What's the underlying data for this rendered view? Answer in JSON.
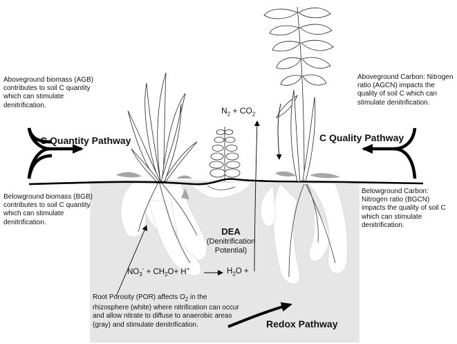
{
  "top_left_note": "Aboveground biomass (AGB) contributes to soil C quantity which can stimulate denitrification.",
  "top_right_note": "Aboveground Carbon: Nitrogen ratio (AGCN) impacts the quality of soil C which can stimulate denitrification.",
  "bottom_left_note": "Belowground biomass (BGB) contributes to soil C quantity which can stimulate denitrification.",
  "bottom_right_note": "Belowground Carbon: Nitrogen ratio (BGCN) impacts the quality of soil C which can stimulate denitrification.",
  "c_quantity_label": "C Quantity Pathway",
  "c_quality_label": "C Quality Pathway",
  "redox_label": "Redox Pathway",
  "gas_products": {
    "n2": "N",
    "n2_sub": "2",
    "plus": " + CO",
    "co2_sub": "2"
  },
  "dea": {
    "title": "DEA",
    "line1": "(Denitrification",
    "line2": "Potential)"
  },
  "equation": {
    "no3": "NO",
    "no3_sub": "3",
    "no3_sup": "-",
    "ch2o": " + CH",
    "ch2o_sub": "2",
    "ch2o_rest": "O+ H",
    "h_sup": "+",
    "arrow": "→",
    "h2o": "H",
    "h2o_sub": "2",
    "h2o_rest": "O +"
  },
  "root_porosity": {
    "part1": "Root Porosity (POR) affects O",
    "o2_sub": "2",
    "part2": " in the rhizosphere (white) where nitrification can occur and allow nitrate to diffuse to anaerobic areas (gray) and stimulate denitrification."
  },
  "colors": {
    "soil": "#e6e6e6",
    "rhizosphere": "#ffffff",
    "line": "#000000",
    "litter": "#a6a6a6"
  }
}
